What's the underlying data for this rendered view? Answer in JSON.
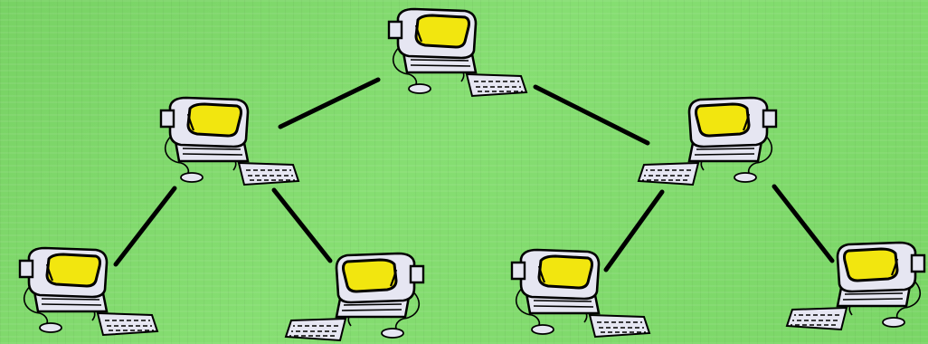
{
  "diagram": {
    "type": "tree-network",
    "node_icon": "desktop-computer-icon",
    "colors": {
      "background": "#7ed86a",
      "connector": "#000000",
      "screen": "#f2e60f",
      "computer_body": "#e6e6f2",
      "outline": "#000000"
    },
    "nodes": [
      {
        "id": "root",
        "level": 0
      },
      {
        "id": "left",
        "level": 1
      },
      {
        "id": "right",
        "level": 1
      },
      {
        "id": "left-left",
        "level": 2
      },
      {
        "id": "left-right",
        "level": 2
      },
      {
        "id": "right-left",
        "level": 2
      },
      {
        "id": "right-right",
        "level": 2
      }
    ],
    "edges": [
      {
        "from": "root",
        "to": "left"
      },
      {
        "from": "root",
        "to": "right"
      },
      {
        "from": "left",
        "to": "left-left"
      },
      {
        "from": "left",
        "to": "left-right"
      },
      {
        "from": "right",
        "to": "right-left"
      },
      {
        "from": "right",
        "to": "right-right"
      }
    ]
  }
}
